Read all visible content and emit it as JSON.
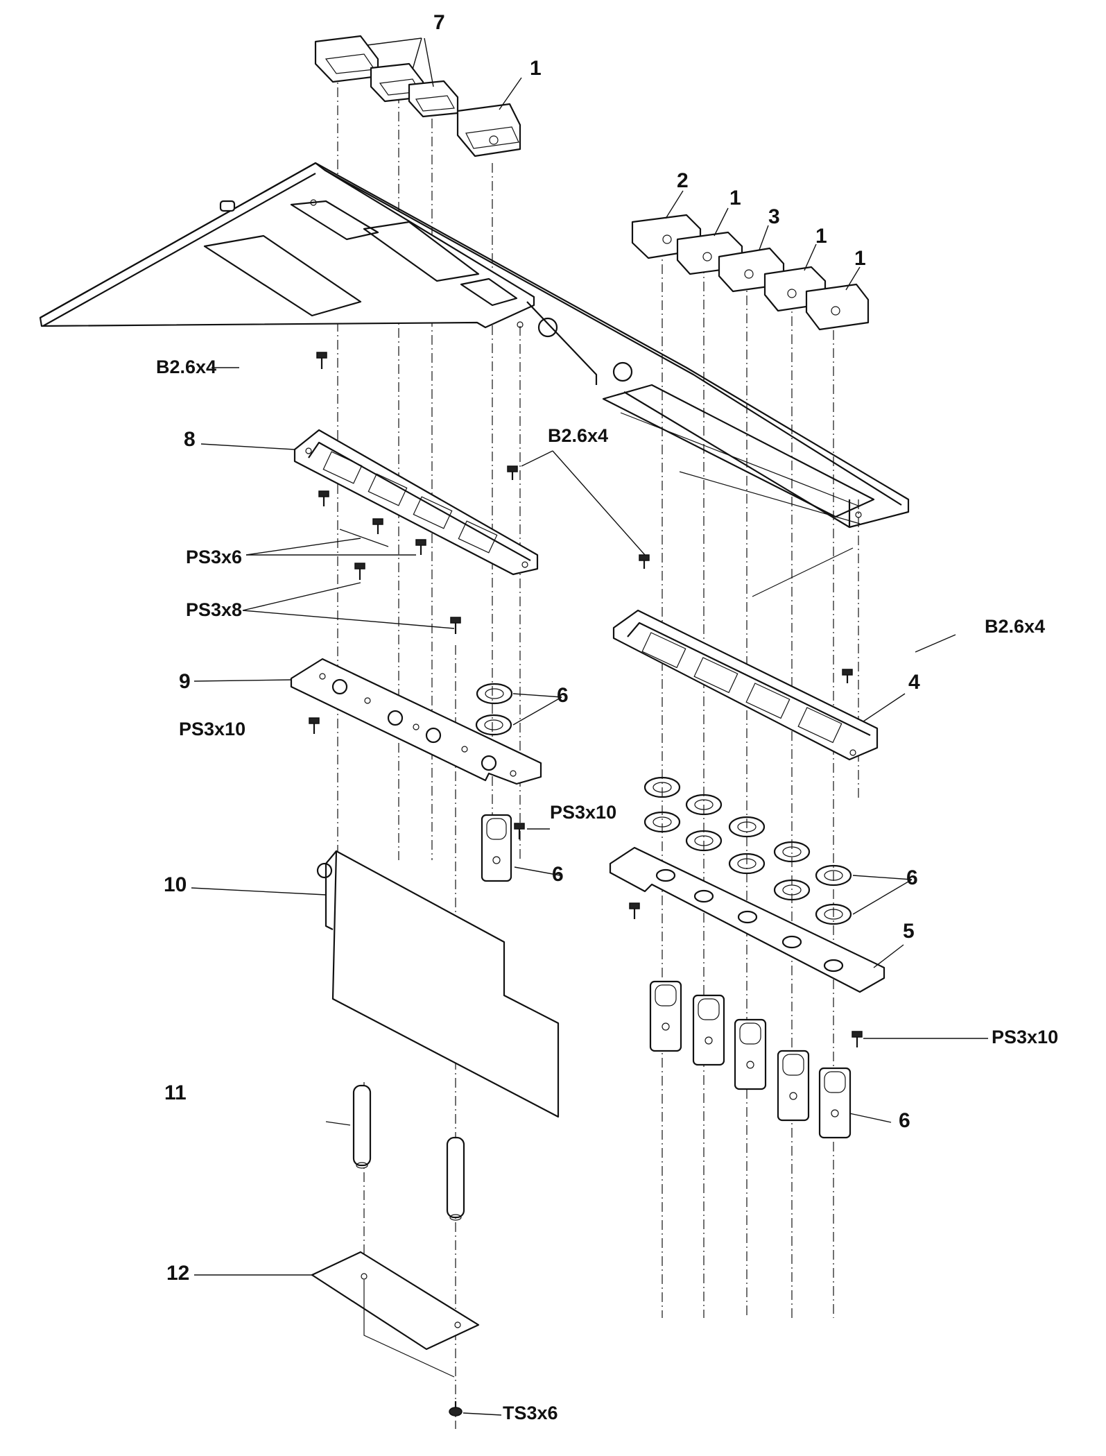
{
  "callouts": {
    "c7": "7",
    "c1_top": "1",
    "c2": "2",
    "c1_row_a": "1",
    "c3": "3",
    "c1_row_b": "1",
    "c1_row_c": "1",
    "c8": "8",
    "c9": "9",
    "c6_washers_left": "6",
    "c6_switch_left": "6",
    "c10": "10",
    "c11": "11",
    "c12": "12",
    "c4": "4",
    "c6_washers_right": "6",
    "c5": "5",
    "c6_switches_right": "6"
  },
  "screw_labels": {
    "b26x4_left": "B2.6x4",
    "b26x4_center": "B2.6x4",
    "b26x4_right": "B2.6x4",
    "ps3x6": "PS3x6",
    "ps3x8": "PS3x8",
    "ps3x10_left": "PS3x10",
    "ps3x10_center": "PS3x10",
    "ps3x10_right": "PS3x10",
    "ts3x6": "TS3x6"
  }
}
